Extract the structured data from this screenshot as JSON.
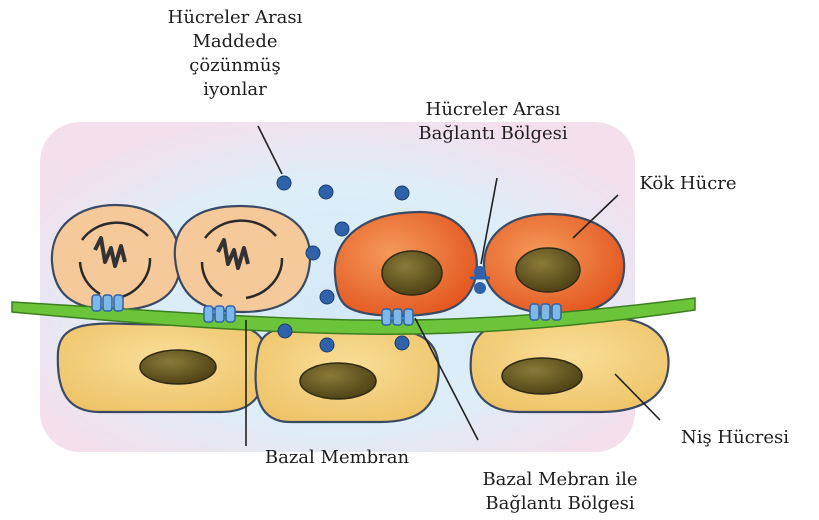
{
  "labels": {
    "intercellular_ions": [
      "Hücreler Arası",
      "Maddede",
      "çözünmüş",
      "iyonlar"
    ],
    "intercellular_junction": [
      "Hücreler Arası",
      "Bağlantı Bölgesi"
    ],
    "stem_cell": "Kök Hücre",
    "niche_cell": "Niş Hücresi",
    "basal_membrane": "Bazal Membran",
    "basal_membrane_junction": [
      "Bazal Mebran ile",
      "Bağlantı Bölgesi"
    ]
  },
  "colors": {
    "background_glow": "#d9ecf7",
    "background_pink": "#f2dcea",
    "dividing_cell_fill": "#f6c99a",
    "stem_cell_fill": "#ef6a2c",
    "niche_cell_fill": "#f3cf7c",
    "nucleus_fill": "#6a5a1e",
    "membrane_green": "#6cc43a",
    "ion_blue": "#2f62a8",
    "junction_blue": "#7db9e8"
  }
}
